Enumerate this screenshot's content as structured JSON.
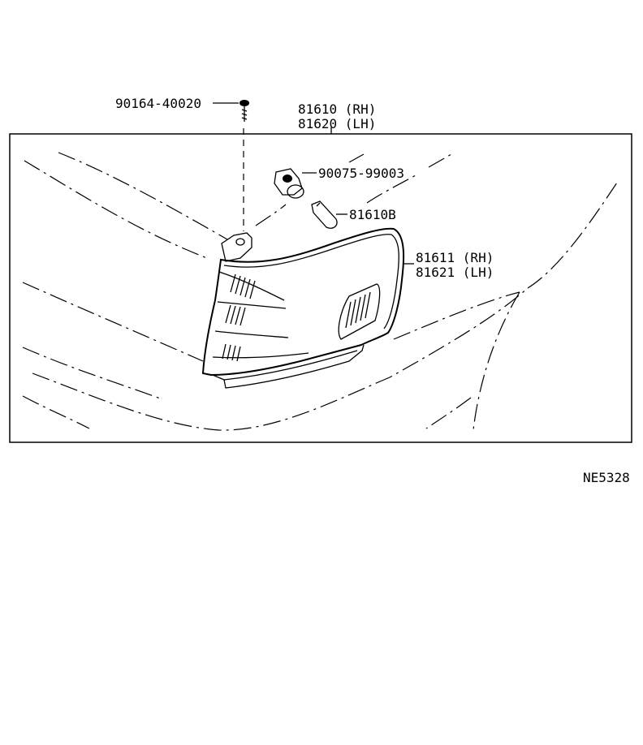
{
  "labels": {
    "screw": "90164-40020",
    "lamp_assy_rh": "81610 (RH)",
    "lamp_assy_lh": "81620 (LH)",
    "socket": "90075-99003",
    "bulb": "81610B",
    "lens_rh": "81611 (RH)",
    "lens_lh": "81621 (LH)",
    "figure_code": "NE5328"
  },
  "colors": {
    "line": "#000000",
    "background": "#ffffff"
  }
}
